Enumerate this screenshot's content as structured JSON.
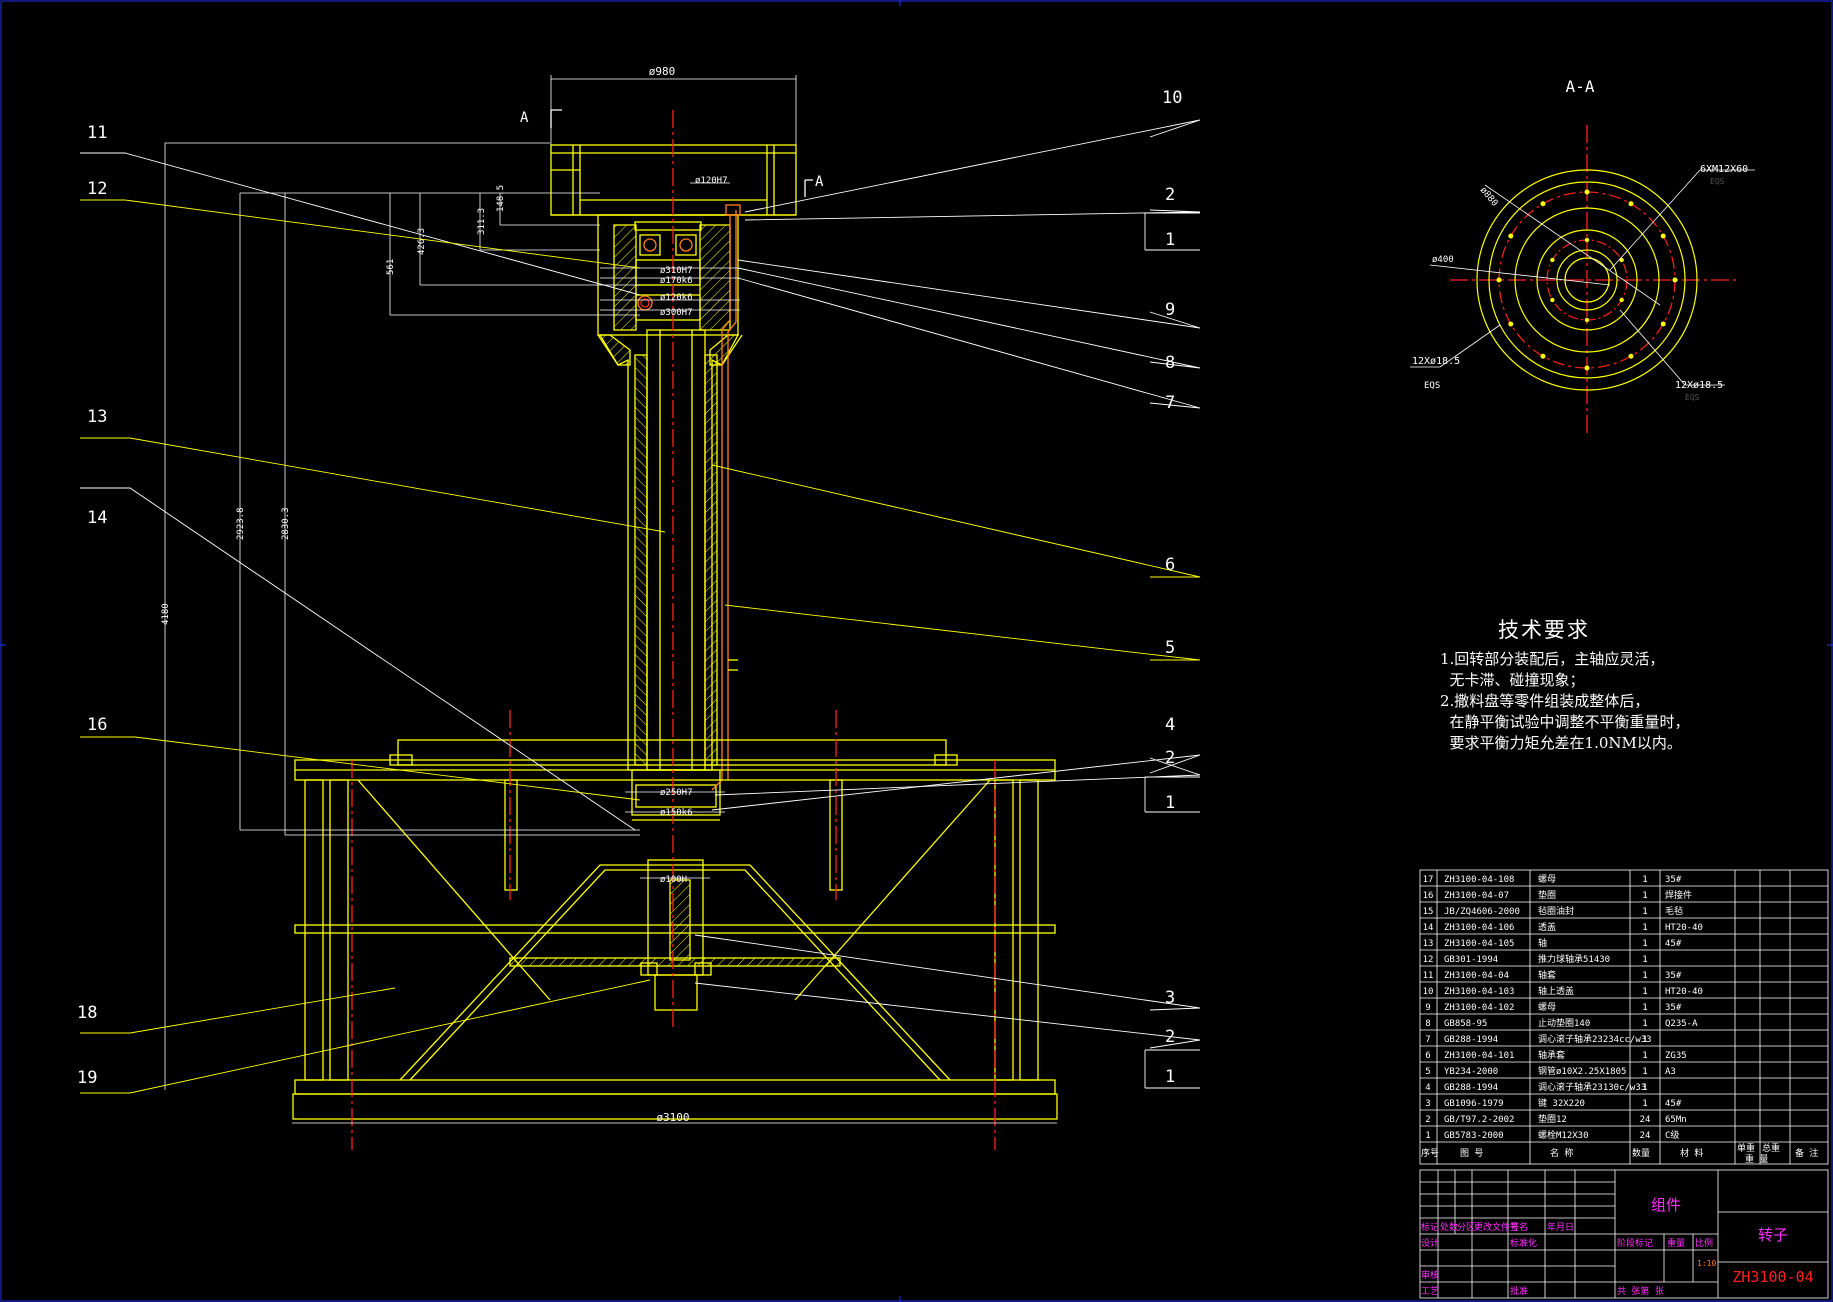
{
  "section_label": "A-A",
  "section_marks": {
    "left": "A",
    "right": "A"
  },
  "dimensions": {
    "d980": "ø980",
    "d120h7": "ø120H7",
    "d310h7": "ø310H7",
    "d170k6": "ø170k6",
    "d120k6": "ø120k6",
    "d300h7": "ø300H7",
    "d250h7": "ø250H7",
    "d150k6": "ø150k6",
    "d100h": "ø100H",
    "d3100": "ø3100",
    "v1485": "148.5",
    "v3113": "311.3",
    "v4263": "426.3",
    "v561": "561",
    "v29238": "2923.8",
    "v28303": "2830.3",
    "v4180": "4180"
  },
  "section_view": {
    "d880": "ø880",
    "d400": "ø400",
    "bolt_spec": "6XM12X60",
    "hole_spec_left": "12Xø18.5",
    "hole_spec_right": "12Xø18.5",
    "eqs_left": "EQS",
    "eqs_right": "EQS",
    "eqs_top": "EQS"
  },
  "balloons": {
    "b11": "11",
    "b12": "12",
    "b13": "13",
    "b14": "14",
    "b16": "16",
    "b18": "18",
    "b19": "19",
    "b10": "10",
    "b2a": "2",
    "b1a": "1",
    "b9": "9",
    "b8": "8",
    "b7": "7",
    "b6": "6",
    "b5": "5",
    "b4": "4",
    "b2b": "2",
    "b1b": "1",
    "b3": "3",
    "b2c": "2",
    "b1c": "1"
  },
  "notes": {
    "title": "技术要求",
    "lines": [
      "1.回转部分装配后，主轴应灵活，",
      "  无卡滞、碰撞现象；",
      "2.撒料盘等零件组装成整体后，",
      "  在静平衡试验中调整不平衡重量时，",
      "  要求平衡力矩允差在1.0NM以内。"
    ]
  },
  "bom": [
    {
      "no": "17",
      "code": "ZH3100-04-108",
      "name": "螺母",
      "qty": "1",
      "mat": "35#"
    },
    {
      "no": "16",
      "code": "ZH3100-04-07",
      "name": "垫圈",
      "qty": "1",
      "mat": "焊接件"
    },
    {
      "no": "15",
      "code": "JB/ZQ4606-2000",
      "name": "毡圈油封",
      "qty": "1",
      "mat": "毛毡"
    },
    {
      "no": "14",
      "code": "ZH3100-04-106",
      "name": "透盖",
      "qty": "1",
      "mat": "HT20-40"
    },
    {
      "no": "13",
      "code": "ZH3100-04-105",
      "name": "轴",
      "qty": "1",
      "mat": "45#"
    },
    {
      "no": "12",
      "code": "GB301-1994",
      "name": "推力球轴承51430",
      "qty": "1",
      "mat": ""
    },
    {
      "no": "11",
      "code": "ZH3100-04-04",
      "name": "轴套",
      "qty": "1",
      "mat": "35#"
    },
    {
      "no": "10",
      "code": "ZH3100-04-103",
      "name": "轴上透盖",
      "qty": "1",
      "mat": "HT20-40"
    },
    {
      "no": "9",
      "code": "ZH3100-04-102",
      "name": "螺母",
      "qty": "1",
      "mat": "35#"
    },
    {
      "no": "8",
      "code": "GB858-95",
      "name": "止动垫圈140",
      "qty": "1",
      "mat": "Q235-A"
    },
    {
      "no": "7",
      "code": "GB288-1994",
      "name": "调心滚子轴承23234cc/w33",
      "qty": "1",
      "mat": ""
    },
    {
      "no": "6",
      "code": "ZH3100-04-101",
      "name": "轴承套",
      "qty": "1",
      "mat": "ZG35"
    },
    {
      "no": "5",
      "code": "YB234-2000",
      "name": "钢管ø10X2.25X1805",
      "qty": "1",
      "mat": "A3"
    },
    {
      "no": "4",
      "code": "GB288-1994",
      "name": "调心滚子轴承23130c/w33",
      "qty": "1",
      "mat": ""
    },
    {
      "no": "3",
      "code": "GB1096-1979",
      "name": "键 32X220",
      "qty": "1",
      "mat": "45#"
    },
    {
      "no": "2",
      "code": "GB/T97.2-2002",
      "name": "垫圈12",
      "qty": "24",
      "mat": "65Mn"
    },
    {
      "no": "1",
      "code": "GB5783-2000",
      "name": "螺栓M12X30",
      "qty": "24",
      "mat": "C级"
    }
  ],
  "bom_header": {
    "seq": "序号",
    "code": "图 号",
    "name": "名 称",
    "qty": "数量",
    "mat": "材 料",
    "w1": "单重",
    "w2": "总重",
    "w3": "重 量",
    "remark": "备 注"
  },
  "title_block": {
    "assembly": "组件",
    "part_name": "转子",
    "drawing_no": "ZH3100-04",
    "mark": "标记",
    "count": "处数",
    "zone": "分区",
    "change_doc": "更改文件号",
    "sign": "签名",
    "date": "年月日",
    "design": "设计",
    "standardize": "标准化",
    "review": "审核",
    "process": "工艺",
    "approve": "批准",
    "stage_mark": "阶段标记",
    "weight": "重量",
    "scale": "比例",
    "scale_value": "1:10",
    "sheets": "共 张第 张"
  },
  "colors": {
    "line": "#ffff00",
    "white": "#ffffff",
    "red": "#ff2020",
    "magenta": "#ff30ff",
    "orange": "#ff7f20",
    "blue": "#2030ff"
  }
}
